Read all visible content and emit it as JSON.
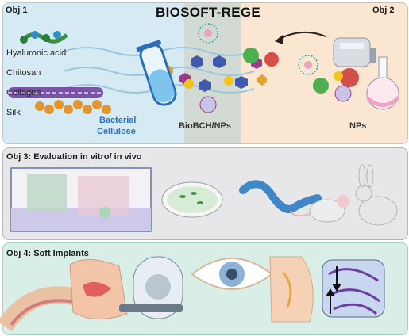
{
  "title": "BIOSOFT-REGE",
  "obj1": {
    "heading": "Obj 1",
    "materials": [
      "Hyaluronic acid",
      "Chitosan",
      "Collagen",
      "Silk"
    ],
    "bacterial_cellulose": [
      "Bacterial",
      "Cellulose"
    ],
    "biobch": "BioBCH/NPs"
  },
  "obj2": {
    "heading": "Obj 2",
    "nps": "NPs"
  },
  "obj3": {
    "heading": "Obj 3: Evaluation in vitro/ in vivo"
  },
  "obj4": {
    "heading": "Obj 4: Soft Implants"
  },
  "colors": {
    "panel1_left": "#d6eaf4",
    "panel1_right": "#fbe6d2",
    "panel1_mid": "#d2dad3",
    "panel2": "#e7e7e9",
    "panel3": "#d8eee6",
    "accent_blue": "#2e6fb8"
  }
}
